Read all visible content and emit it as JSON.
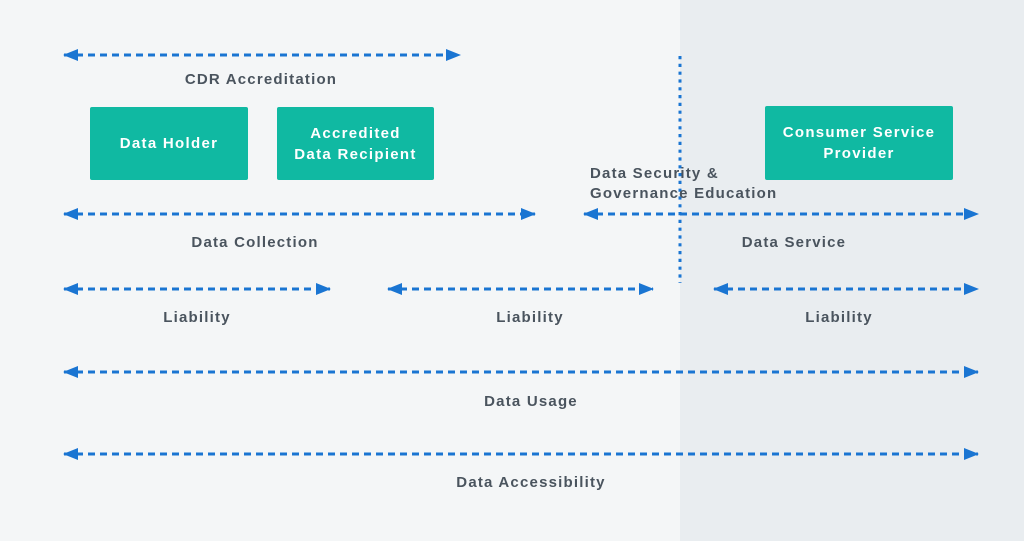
{
  "palette": {
    "teal": "#10b9a2",
    "blue": "#1a75d2",
    "ink": "#4a545e",
    "bg_left": "#f4f6f7",
    "bg_right": "#e9edf0"
  },
  "boxes": {
    "data_holder": "Data Holder",
    "accredited_data_recipient": "Accredited\nData Recipient",
    "consumer_service_provider": "Consumer Service\nProvider"
  },
  "labels": {
    "cdr_accreditation": "CDR Accreditation",
    "data_collection": "Data Collection",
    "data_security_governance": "Data Security &\nGovernance Education",
    "data_service": "Data Service",
    "liability_left": "Liability",
    "liability_middle": "Liability",
    "liability_right": "Liability",
    "data_usage": "Data Usage",
    "data_accessibility": "Data Accessibility"
  }
}
